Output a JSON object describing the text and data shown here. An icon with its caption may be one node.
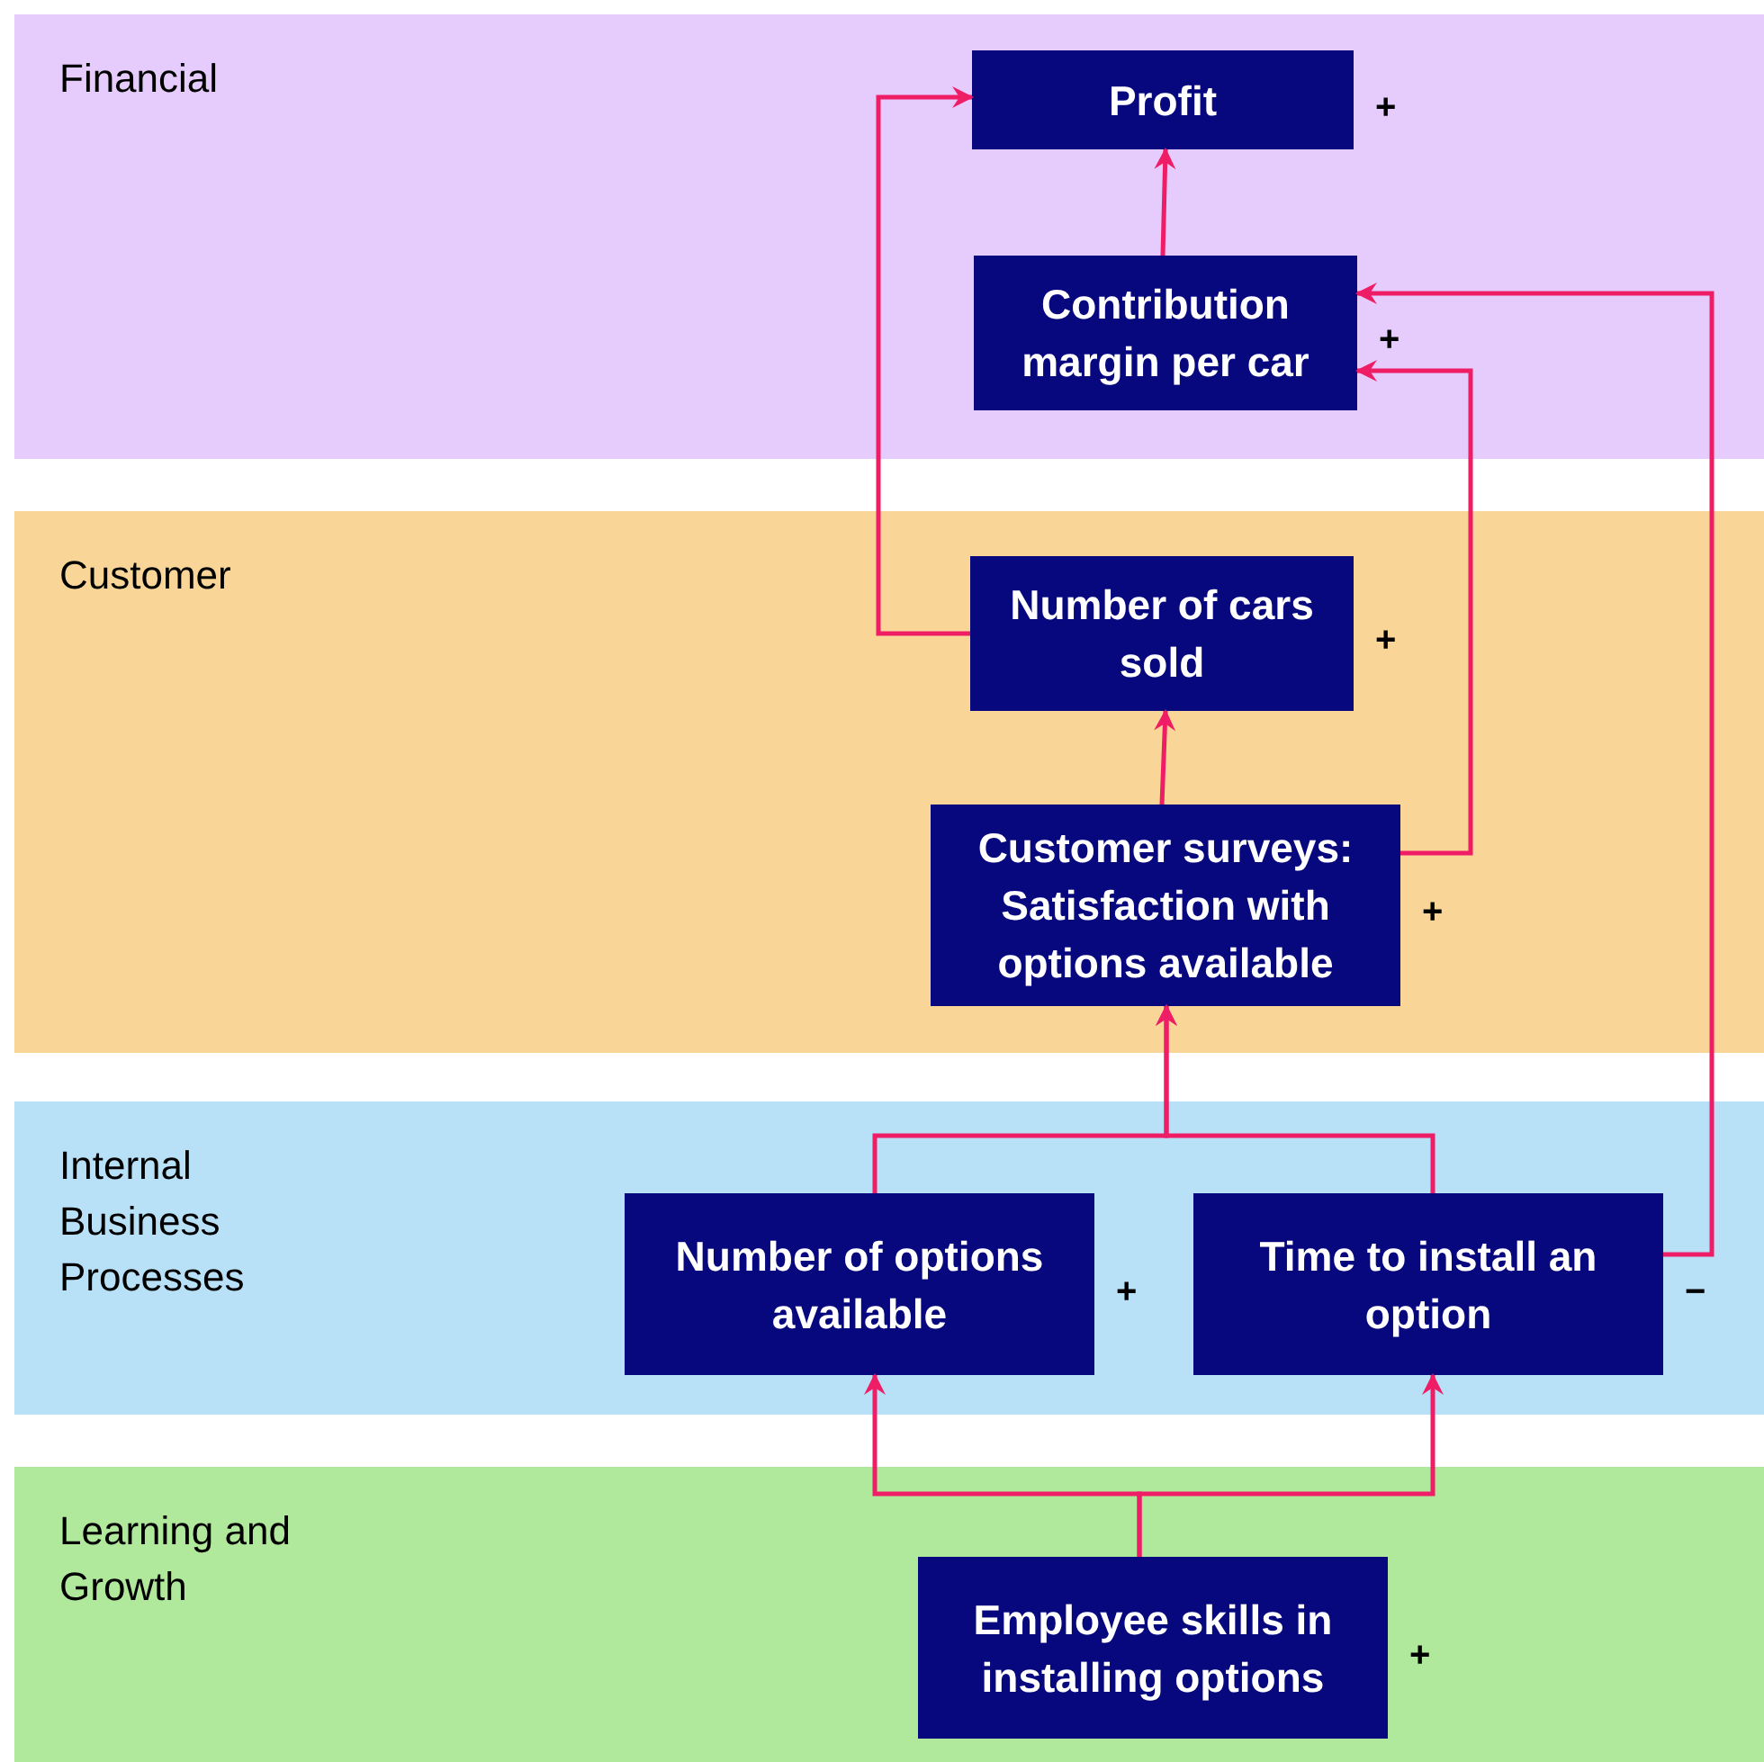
{
  "diagram": {
    "nodes": [
      {
        "text": [
          "Financial"
        ]
      },
      {
        "text": [
          "Profit"
        ],
        "in": 0,
        "beside": [
          "+"
        ]
      },
      {
        "text": [
          "Contribution margin per car"
        ],
        "in": 0,
        "beside": [
          "+"
        ]
      },
      {
        "text": [
          "Customer"
        ]
      },
      {
        "text": [
          "Number of cars sold"
        ],
        "in": 3,
        "beside": [
          "+"
        ]
      },
      {
        "text": [
          "Customer surveys: Satisfaction with options available"
        ],
        "in": 3,
        "beside": [
          "+"
        ]
      },
      {
        "text": [
          "Internal Business Processes"
        ]
      },
      {
        "text": [
          "Number of options available"
        ],
        "in": 6,
        "beside": [
          "+"
        ]
      },
      {
        "text": [
          "Time to install an option"
        ],
        "in": 6,
        "beside": [
          "−"
        ]
      },
      {
        "text": [
          "Learning and Growth"
        ]
      },
      {
        "text": [
          "Employee skills in installing options"
        ],
        "in": 9,
        "beside": [
          "+"
        ]
      }
    ],
    "edges": [
      {
        "from": 2,
        "to": 1,
        "arrow": "to"
      },
      {
        "from": 4,
        "to": 1,
        "arrow": "to"
      },
      {
        "from": 5,
        "to": 4,
        "arrow": "to"
      },
      {
        "from": 5,
        "to": 2,
        "arrow": "to"
      },
      {
        "from": 7,
        "to": 5,
        "arrow": "to"
      },
      {
        "from": 8,
        "to": 5,
        "arrow": "to"
      },
      {
        "from": 8,
        "to": 2,
        "arrow": "to"
      },
      {
        "from": 10,
        "to": 7,
        "arrow": "to"
      },
      {
        "from": 10,
        "to": 8,
        "arrow": "to"
      }
    ]
  }
}
